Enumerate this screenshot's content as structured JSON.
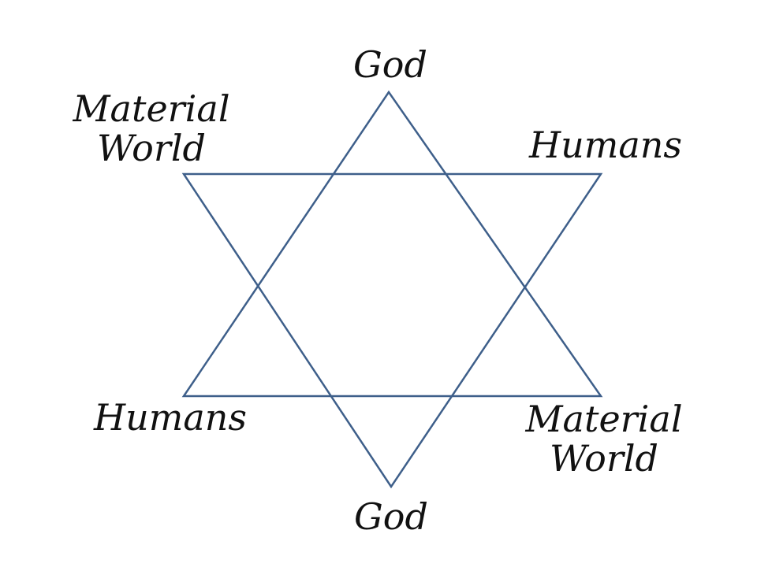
{
  "diagram": {
    "line_color": "#3e5f8a",
    "text_color": "#111111",
    "background": "#ffffff",
    "triangle_up": {
      "apex": "God",
      "base_left": "Humans",
      "base_right": "Material World"
    },
    "triangle_down": {
      "apex": "God",
      "top_left": "Material World",
      "top_right": "Humans"
    },
    "labels": {
      "top_god": "God",
      "top_left_line1": "Material",
      "top_left_line2": "World",
      "top_right": "Humans",
      "bottom_left": "Humans",
      "bottom_right_line1": "Material",
      "bottom_right_line2": "World",
      "bottom_god": "God"
    }
  }
}
